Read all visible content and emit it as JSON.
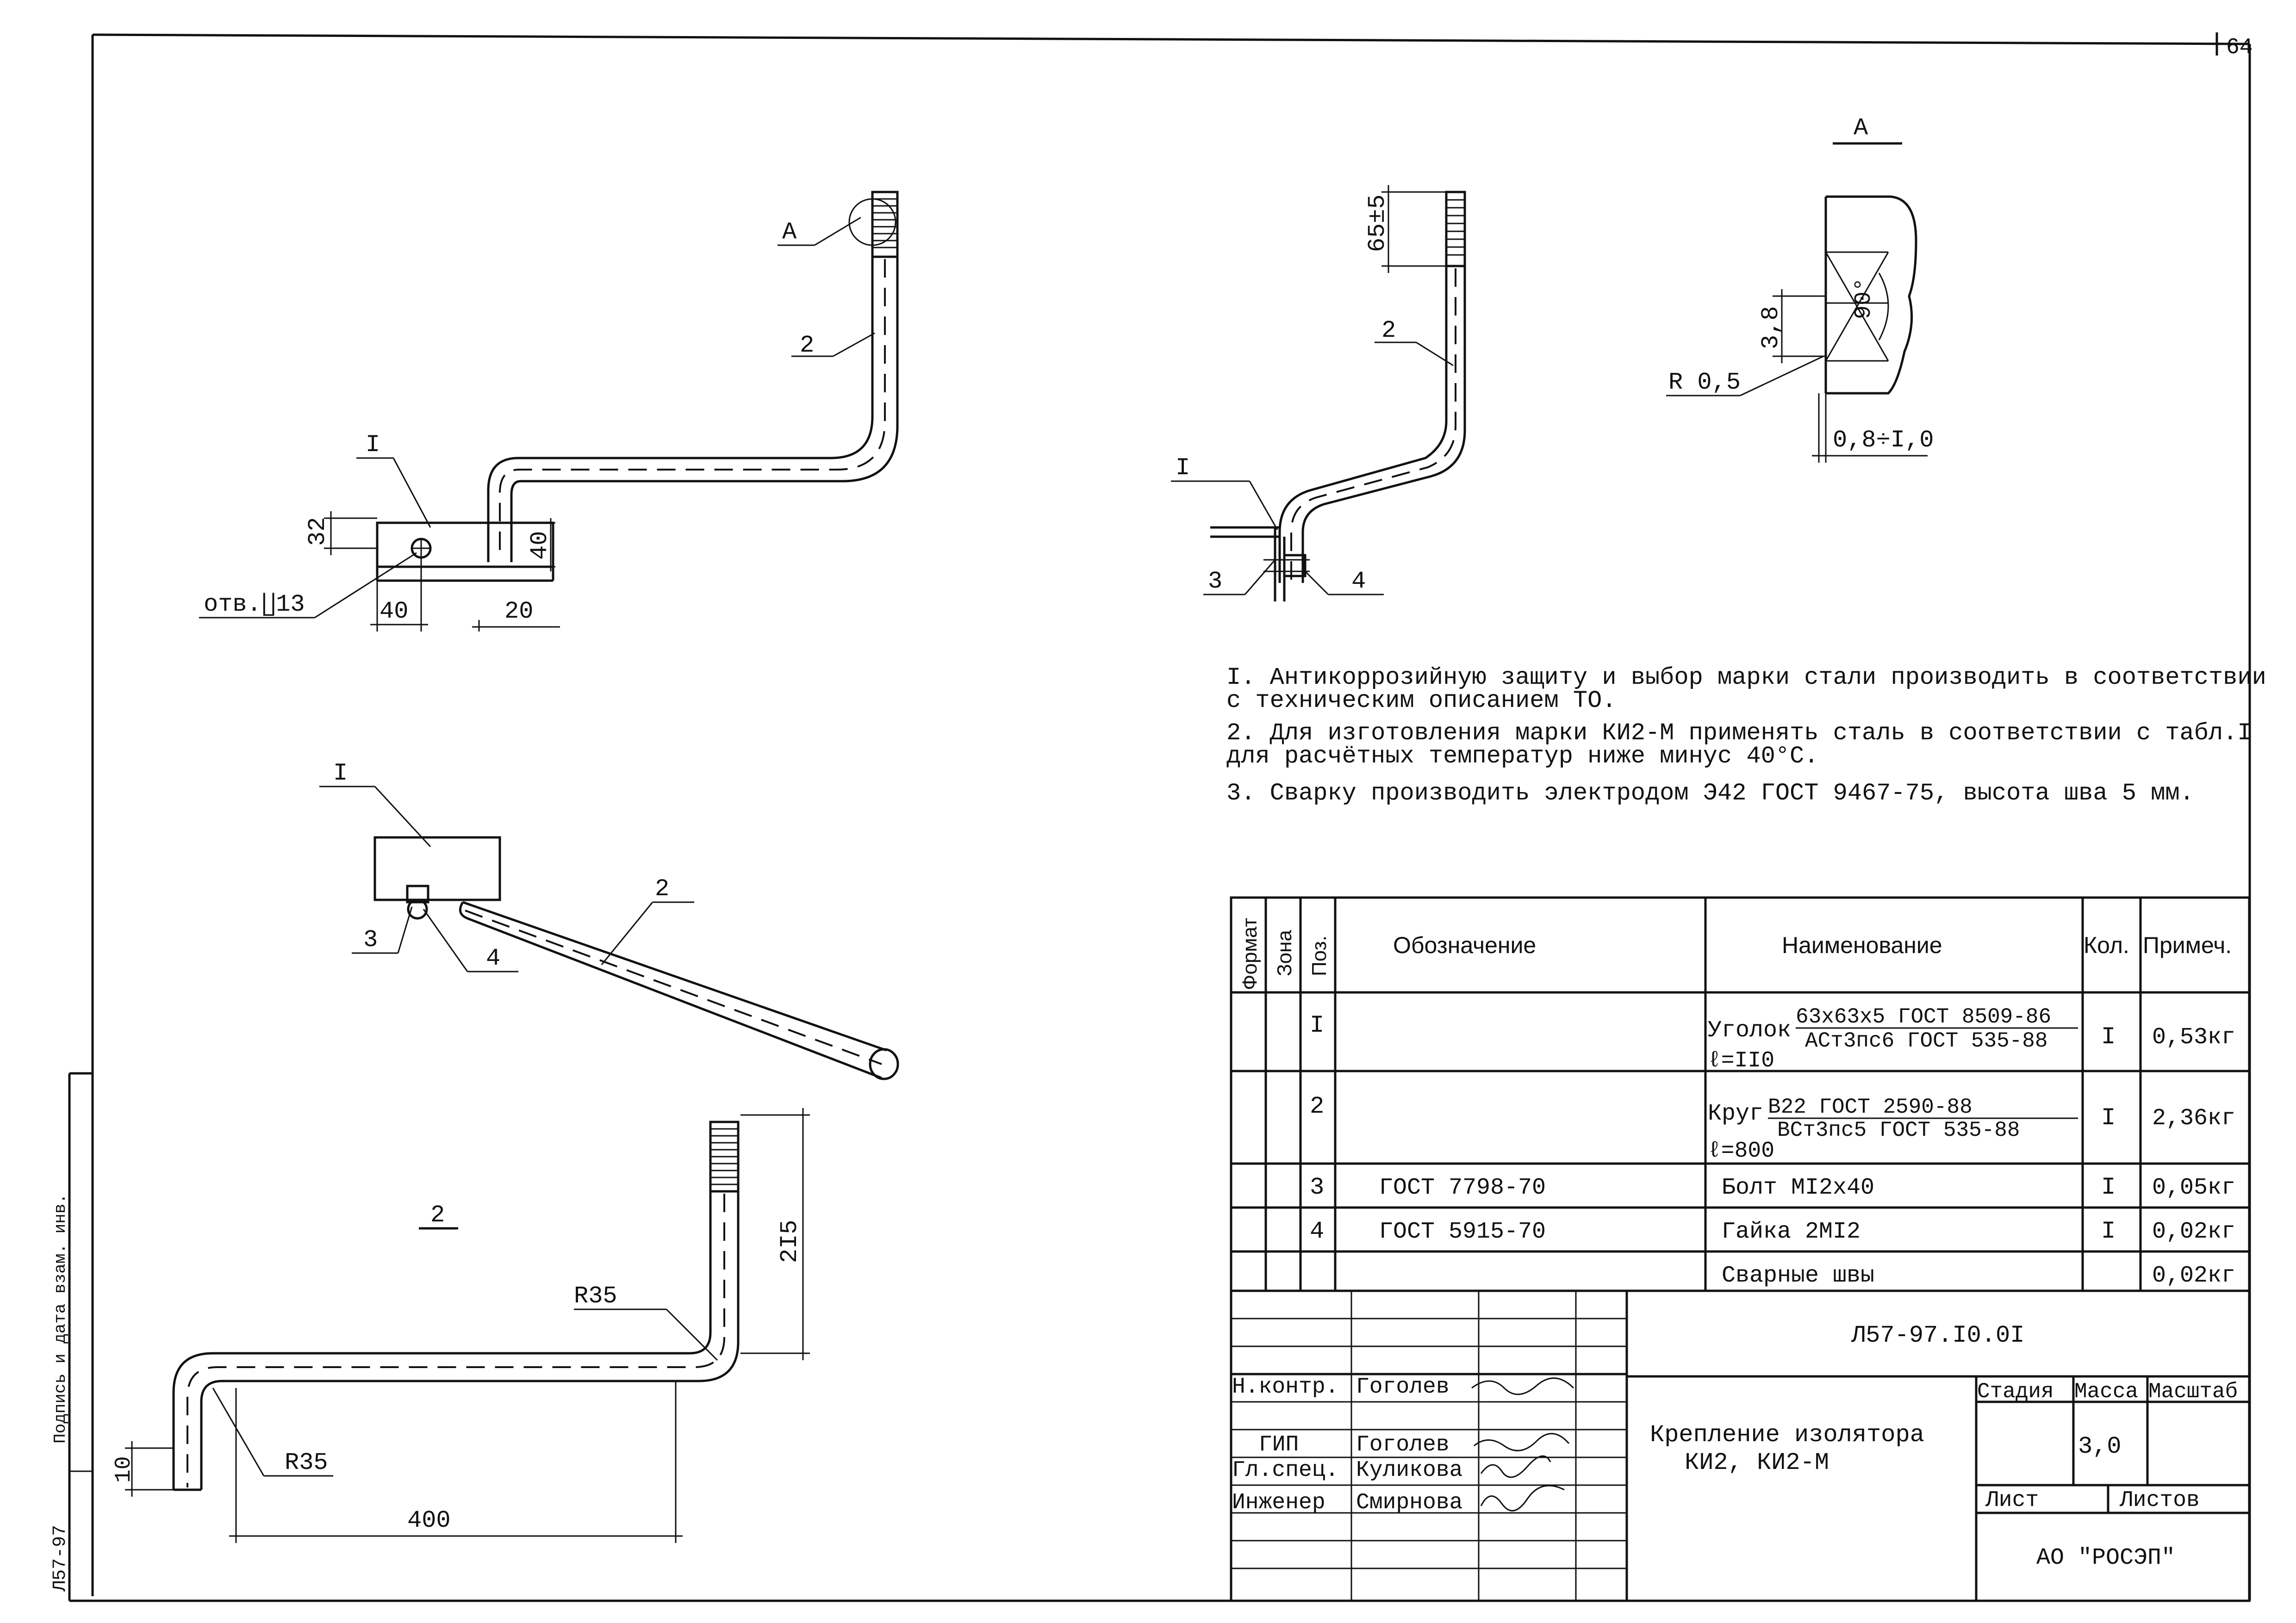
{
  "page_number": "64",
  "drawing": {
    "view_a_label": "A",
    "a_callout": "A",
    "pos1": "I",
    "pos2": "2",
    "pos3": "3",
    "pos4": "4",
    "hole_label": "отв.∐13",
    "dim_32": "32",
    "dim_40v": "40",
    "dim_40h": "40",
    "dim_20": "20",
    "dim_65": "65±5",
    "dim_38": "3,8",
    "dim_90": "90°",
    "dim_r05": "R 0,5",
    "dim_08": "0,8÷I,0",
    "dim_215": "2I5",
    "dim_r35a": "R35",
    "dim_r35b": "R35",
    "dim_400": "400",
    "dim_10": "10",
    "bottom_view_label": "2"
  },
  "notes": [
    {
      "num": "I.",
      "text": "Антикоррозийную защиту и выбор марки стали производить в соответствии\nс техническим описанием ТО."
    },
    {
      "num": "2.",
      "text": "Для изготовления марки КИ2-М применять сталь в соответствии с табл.I\nдля расчётных температур ниже минус 40°С."
    },
    {
      "num": "3.",
      "text": "Сварку производить электродом Э42 ГОСТ 9467-75, высота шва 5 мм."
    }
  ],
  "spec_table": {
    "headers": {
      "format": "Формат",
      "zone": "Зона",
      "pos": "Поз.",
      "designation": "Обозначение",
      "name": "Наименование",
      "qty": "Кол.",
      "note": "Примеч."
    },
    "rows": [
      {
        "pos": "I",
        "designation": "",
        "name_main": "Уголок",
        "name_top": "63x63x5 ГОСТ 8509-86",
        "name_bottom": "АСт3пс6 ГОСТ 535-88",
        "name_length": "ℓ=II0",
        "qty": "I",
        "note": "0,53кг"
      },
      {
        "pos": "2",
        "designation": "",
        "name_main": "Круг",
        "name_top": "В22 ГОСТ 2590-88",
        "name_bottom": "ВСт3пс5 ГОСТ 535-88",
        "name_length": "ℓ=800",
        "qty": "I",
        "note": "2,36кг"
      },
      {
        "pos": "3",
        "designation": "ГОСТ 7798-70",
        "name_main": "Болт МI2x40",
        "qty": "I",
        "note": "0,05кг"
      },
      {
        "pos": "4",
        "designation": "ГОСТ 5915-70",
        "name_main": "Гайка 2МI2",
        "qty": "I",
        "note": "0,02кг"
      },
      {
        "pos": "",
        "designation": "",
        "name_main": "Сварные швы",
        "qty": "",
        "note": "0,02кг"
      }
    ]
  },
  "title_block": {
    "doc_code": "Л57-97.I0.0I",
    "title_line1": "Крепление изолятора",
    "title_line2": "КИ2, КИ2-М",
    "stage_label": "Стадия",
    "mass_label": "Масса",
    "scale_label": "Масштаб",
    "mass_value": "3,0",
    "sheet_label": "Лист",
    "sheets_label": "Листов",
    "org": "АО \"РОСЭП\"",
    "signatures": [
      {
        "role": "Н.контр.",
        "name": "Гоголев"
      },
      {
        "role": "ГИП",
        "name": "Гоголев"
      },
      {
        "role": "Гл.спец.",
        "name": "Куликова"
      },
      {
        "role": "Инженер",
        "name": "Смирнова"
      }
    ]
  },
  "side_stamp": {
    "code": "Л57-97",
    "text": "Подпись и дата взам. инв."
  }
}
